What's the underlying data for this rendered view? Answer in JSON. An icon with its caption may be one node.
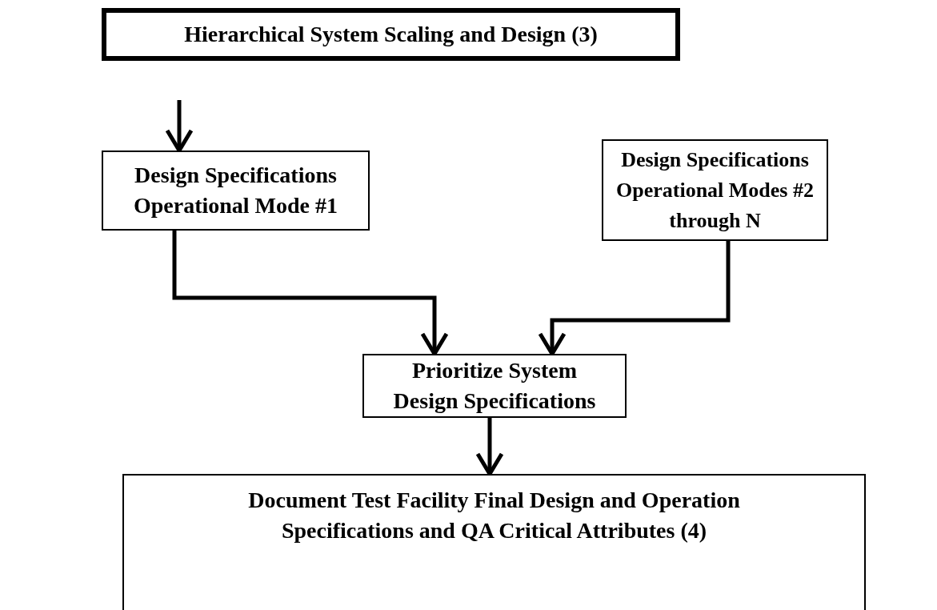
{
  "diagram": {
    "nodes": [
      {
        "text": [
          "Hierarchical System Scaling and Design (3)"
        ]
      },
      {
        "text": [
          "Design Specifications Operational Mode #1"
        ]
      },
      {
        "text": [
          "Design Specifications Operational Modes #2 through N"
        ]
      },
      {
        "text": [
          "Prioritize System Design Specifications"
        ]
      },
      {
        "text": [
          "Document Test Facility Final Design and Operation Specifications and QA Critical Attributes  (4)"
        ]
      }
    ],
    "edges": [
      {
        "from": null,
        "to": 1,
        "arrow": "to"
      },
      {
        "from": 1,
        "to": 3,
        "arrow": "to"
      },
      {
        "from": 2,
        "to": 3,
        "arrow": "to"
      },
      {
        "from": 3,
        "to": 4,
        "arrow": "to"
      }
    ]
  }
}
